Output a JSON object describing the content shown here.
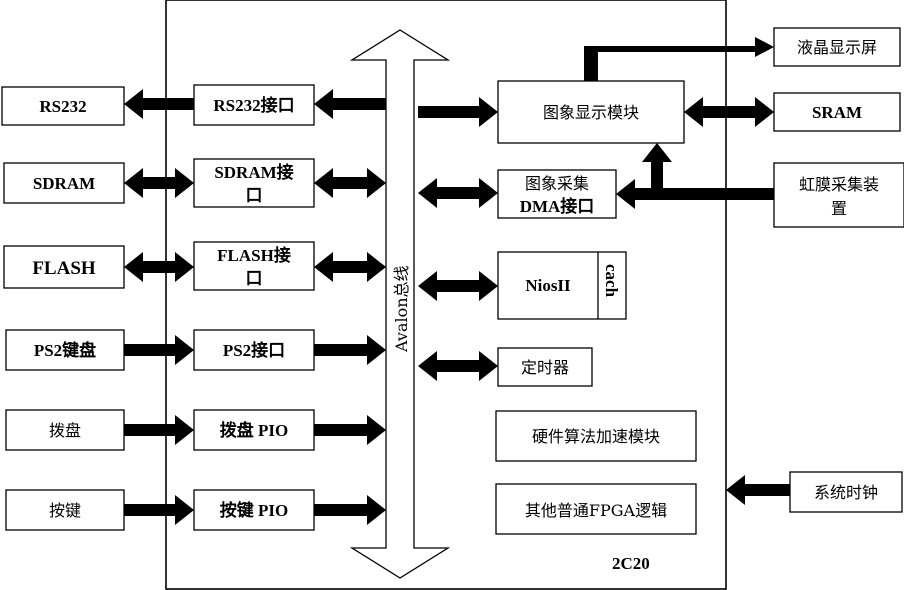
{
  "chip": {
    "name": "2C20"
  },
  "bus": {
    "label": "Avalon总线"
  },
  "external_left": {
    "rs232": "RS232",
    "sdram": "SDRAM",
    "flash": "FLASH",
    "ps2_keyboard": "PS2键盘",
    "dial": "拨盘",
    "keys": "按键"
  },
  "interfaces_left": {
    "rs232": "RS232接口",
    "sdram_line1": "SDRAM接",
    "sdram_line2": "口",
    "flash_line1": "FLASH接",
    "flash_line2": "口",
    "ps2": "PS2接口",
    "dial_pio": "拨盘 PIO",
    "keys_pio": "按键 PIO"
  },
  "modules_inner": {
    "display": "图象显示模块",
    "dma_line1": "图象采集",
    "dma_line2": "DMA接口",
    "niosii": "NiosII",
    "cache": "cach",
    "timer": "定时器",
    "accel": "硬件算法加速模块",
    "fpga_logic": "其他普通FPGA逻辑"
  },
  "external_right": {
    "lcd": "液晶显示屏",
    "sram": "SRAM",
    "iris_line1": "虹膜采集装",
    "iris_line2": "置",
    "clock": "系统时钟"
  }
}
